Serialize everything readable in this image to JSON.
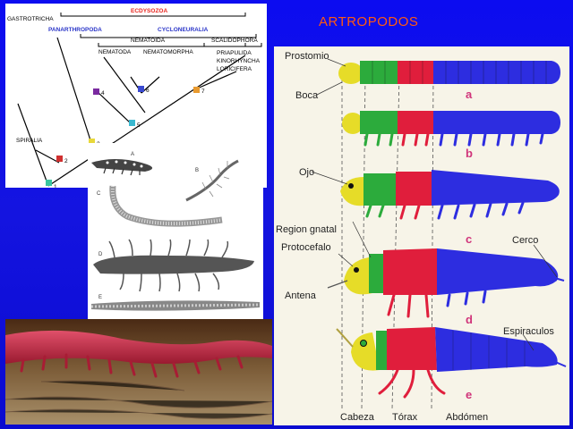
{
  "slide": {
    "title": "ARTROPODOS",
    "colors": {
      "background": "#1010ee",
      "title": "#ff5a10",
      "ecdysozoa": "#e8251e",
      "clade_blue": "#2a35c8",
      "head_yellow": "#e6dc28",
      "segment_green": "#2cab3c",
      "segment_red": "#e01e3c",
      "segment_blue": "#2d2de0"
    }
  },
  "cladogram": {
    "labels": {
      "ecdysozoa": "ECDYSOZOA",
      "gastrotricha": "GASTROTRICHA",
      "panarthropoda": "PANARTHROPODA",
      "cycloneuralia": "CYCLONEURALIA",
      "nematoida": "NEMATOIDA",
      "scalidophora": "SCALIDOPHORA",
      "nematoda": "NEMATODA",
      "nematomorpha": "NEMATOMORPHA",
      "priapulida": "PRIAPULIDA",
      "kinorhyncha": "KINORHYNCHA",
      "loricifera": "LORICIFERA",
      "spiralia": "SPIRALIA"
    },
    "nodes": [
      "1",
      "2",
      "3",
      "4",
      "5",
      "6",
      "7"
    ]
  },
  "sketches": {
    "labels": [
      "A",
      "B",
      "C",
      "D",
      "E"
    ]
  },
  "arthropod_diagram": {
    "labels": {
      "prostomio": "Prostomio",
      "boca": "Boca",
      "ojo": "Ojo",
      "region_gnatal": "Region gnatal",
      "protocefalo": "Protocefalo",
      "antena": "Antena",
      "cerco": "Cerco",
      "espiraculos": "Espiraculos",
      "cabeza": "Cabeza",
      "torax": "Tórax",
      "abdomen": "Abdómen"
    },
    "stages": [
      "a",
      "b",
      "c",
      "d",
      "e"
    ]
  }
}
